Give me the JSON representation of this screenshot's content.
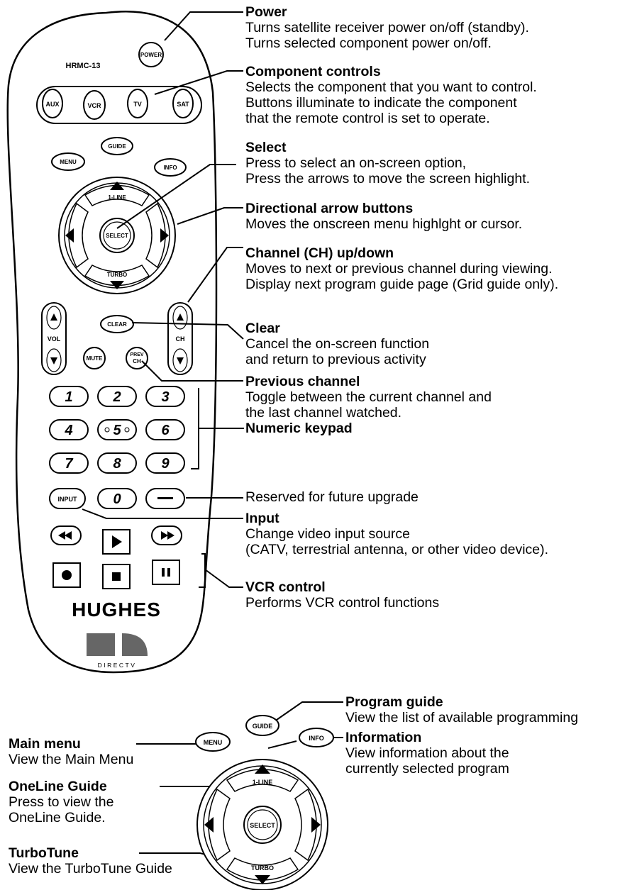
{
  "remote": {
    "model": "HRMC-13",
    "brand_logo": "HUGHES",
    "directv_logo": "DIRECTV",
    "buttons": {
      "power": "POWER",
      "aux": "AUX",
      "vcr": "VCR",
      "tv": "TV",
      "sat": "SAT",
      "guide": "GUIDE",
      "menu": "MENU",
      "info": "INFO",
      "one_line": "1-LINE",
      "select": "SELECT",
      "turbo": "TURBO",
      "vol": "VOL",
      "ch": "CH",
      "clear": "CLEAR",
      "mute": "MUTE",
      "prev": "PREV",
      "prev_ch": "CH",
      "digits": [
        "1",
        "2",
        "3",
        "4",
        "5",
        "6",
        "7",
        "8",
        "9"
      ],
      "zero": "0",
      "input": "INPUT"
    }
  },
  "annotations": {
    "power": {
      "title": "Power",
      "lines": [
        "Turns satellite receiver power on/off (standby).",
        "Turns selected component power on/off."
      ]
    },
    "component": {
      "title": "Component controls",
      "lines": [
        "Selects the component that you want to control.",
        "Buttons illuminate to indicate the component",
        "that the remote control is set to operate."
      ]
    },
    "select": {
      "title": "Select",
      "lines": [
        "Press to select an on-screen option,",
        "Press the arrows to move the screen highlight."
      ]
    },
    "arrows": {
      "title": "Directional  arrow buttons",
      "lines": [
        "Moves the onscreen menu highlght or cursor."
      ]
    },
    "channel": {
      "title": "Channel (CH) up/down",
      "lines": [
        "Moves to next or previous channel during viewing.",
        "Display next program guide page (Grid guide only)."
      ]
    },
    "clear": {
      "title": "Clear",
      "lines": [
        "Cancel the on-screen function",
        "and return to previous activity"
      ]
    },
    "prev": {
      "title": "Previous channel",
      "lines": [
        "Toggle between the current channel and",
        "the last channel watched."
      ]
    },
    "keypad": {
      "title": "Numeric keypad",
      "lines": []
    },
    "reserved": {
      "title": "",
      "lines": [
        "Reserved for future upgrade"
      ]
    },
    "input": {
      "title": "Input",
      "lines": [
        "Change video input source",
        "(CATV, terrestrial antenna, or other video device)."
      ]
    },
    "vcr": {
      "title": "VCR control",
      "lines": [
        "Performs VCR control functions"
      ]
    },
    "guide": {
      "title": "Program guide",
      "lines": [
        "View the list of available programming"
      ]
    },
    "info": {
      "title": "Information",
      "lines": [
        "View information about the",
        "currently selected program"
      ]
    },
    "main_menu": {
      "title": "Main menu",
      "lines": [
        "View the Main Menu"
      ]
    },
    "oneline": {
      "title": "OneLine Guide",
      "lines": [
        "Press to view the",
        "OneLine Guide."
      ]
    },
    "turbotune": {
      "title": "TurboTune",
      "lines": [
        "View the TurboTune Guide"
      ]
    }
  }
}
